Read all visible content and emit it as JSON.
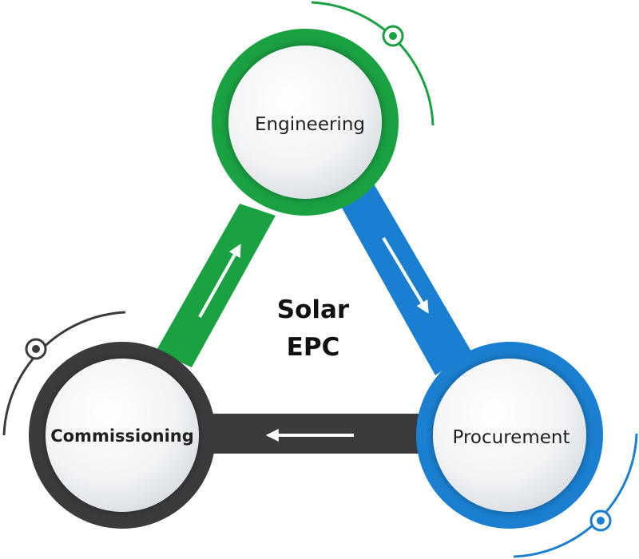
{
  "center": {
    "line1": "Solar",
    "line2": "EPC"
  },
  "nodes": {
    "engineering": {
      "label": "Engineering",
      "color": "#1aa142"
    },
    "procurement": {
      "label": "Procurement",
      "color": "#1a7fd0"
    },
    "commissioning": {
      "label": "Commissioning",
      "color": "#3b3b3d"
    }
  },
  "flow": {
    "arrow_color": "#ffffff",
    "order": [
      "Engineering",
      "Procurement",
      "Commissioning"
    ]
  },
  "colors": {
    "background": "#ffffff",
    "circle_fill_light": "#ffffff",
    "circle_fill_dark": "#d9dde2",
    "text": "#1f1f1f"
  }
}
